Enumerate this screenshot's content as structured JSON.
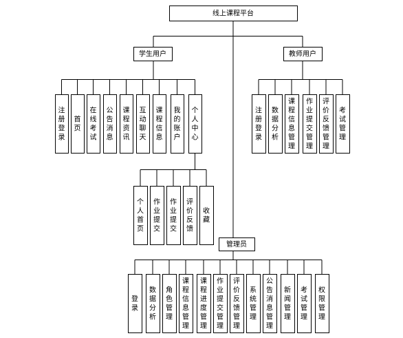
{
  "root": {
    "label": "线上课程平台"
  },
  "student": {
    "label": "学生用户",
    "items": [
      "注册登录",
      "首页",
      "在线考试",
      "公告消息",
      "课程资讯",
      "互动聊天",
      "课程信息",
      "我的账户",
      "个人中心"
    ]
  },
  "personal_center": {
    "items": [
      "个人首页",
      "作业提交",
      "作业提交",
      "评价反馈",
      "收藏"
    ]
  },
  "teacher": {
    "label": "教师用户",
    "items": [
      "注册登录",
      "数据分析",
      "课程信息管理",
      "作业提交管理",
      "评价反馈管理",
      "考试管理"
    ]
  },
  "admin": {
    "label": "管理员",
    "items": [
      "登录",
      "数据分析",
      "角色管理",
      "课程信息管理",
      "课程进度管理",
      "作业提交管理",
      "评价反馈管理",
      "系统管理",
      "公告消息管理",
      "新闻管理",
      "考试管理",
      "权限管理"
    ]
  }
}
